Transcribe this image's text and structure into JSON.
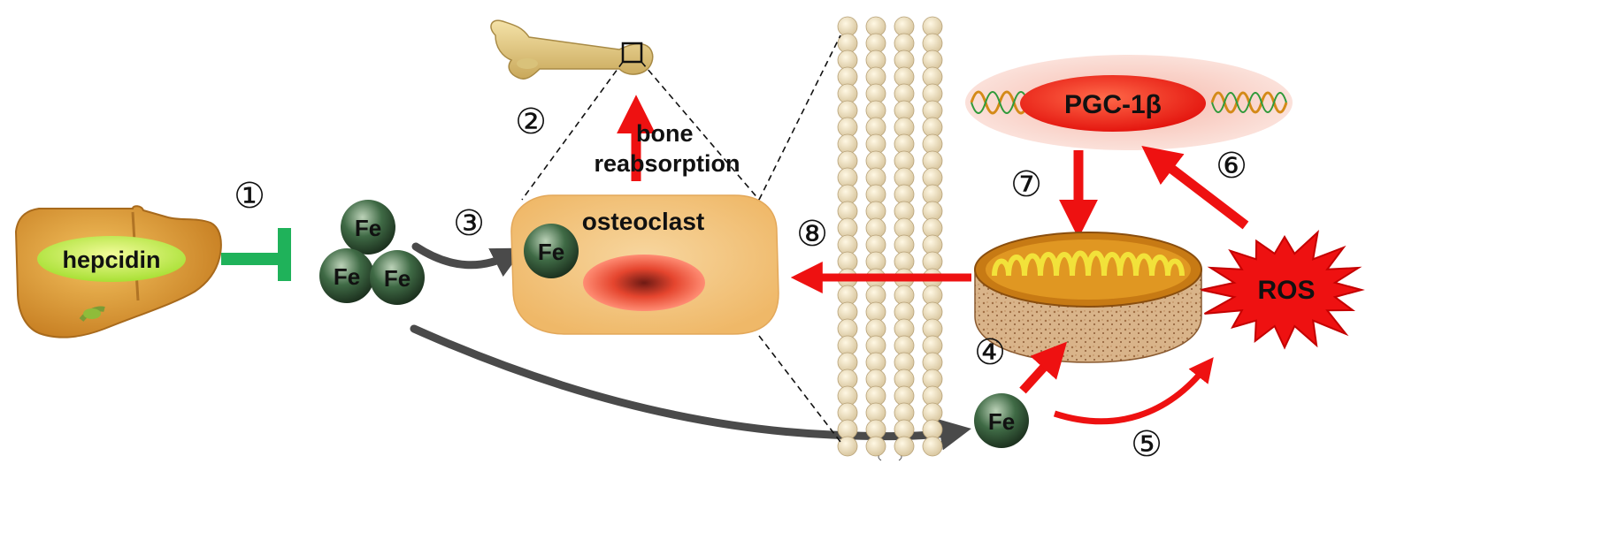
{
  "labels": {
    "hepcidin": "hepcidin",
    "fe": "Fe",
    "osteoclast": "osteoclast",
    "bone_line1": "bone",
    "bone_line2": "reabsorption",
    "pgc": "PGC-1β",
    "ros": "ROS"
  },
  "steps": {
    "s1": "①",
    "s2": "②",
    "s3": "③",
    "s4": "④",
    "s5": "⑤",
    "s6": "⑥",
    "s7": "⑦",
    "s8": "⑧"
  },
  "colors": {
    "activation_arrow": "#ee1111",
    "transport_arrow": "#4a4a4a",
    "inhibition": "#1fb25a",
    "fe_particle": "#2f5233",
    "osteoclast": "#f2c27a",
    "liver": "#d8962f",
    "ros_burst": "#ee1111"
  }
}
